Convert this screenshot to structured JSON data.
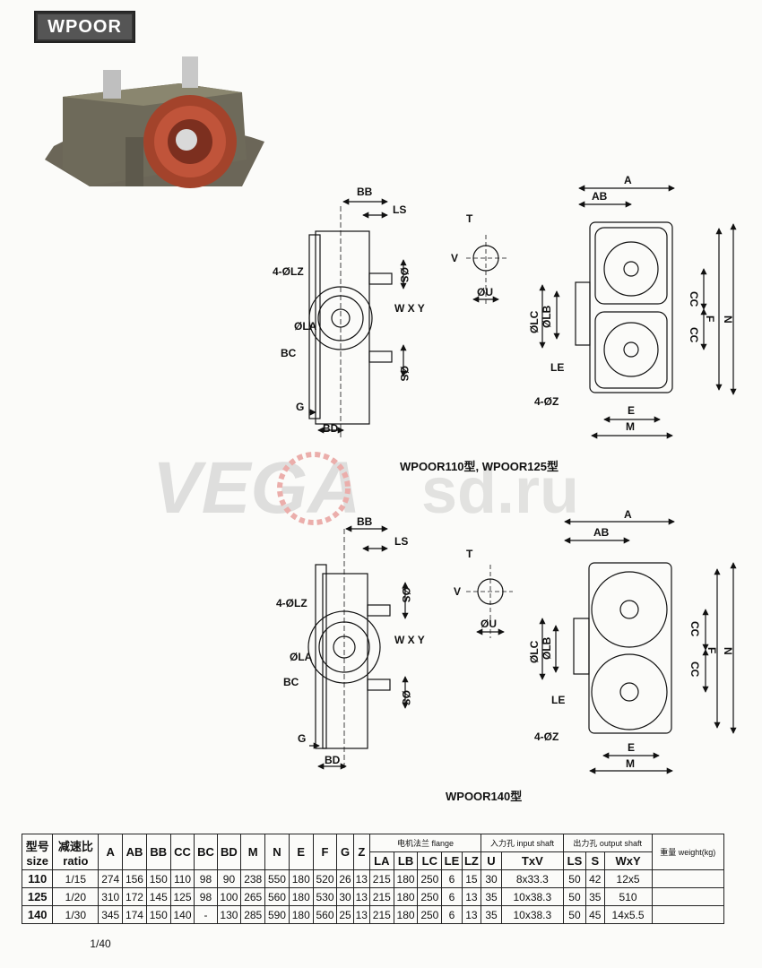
{
  "header": {
    "badge": "WPOOR"
  },
  "watermark": {
    "text_left": "VEGA",
    "text_right": "sd.ru"
  },
  "diagram_top": {
    "caption": "WPOOR110型, WPOOR125型",
    "labels": {
      "BB": "BB",
      "LS": "LS",
      "S1": "ØS",
      "LZ": "4-ØLZ",
      "WXY": "W X Y",
      "LA": "ØLA",
      "BC": "BC",
      "S2": "ØS",
      "G": "G",
      "BD": "BD",
      "T": "T",
      "V": "V",
      "U": "ØU",
      "A": "A",
      "AB": "AB",
      "CC1": "CC",
      "CC2": "CC",
      "F": "F",
      "N": "N",
      "LC": "ØLC",
      "LB": "ØLB",
      "LE": "LE",
      "Z": "4-ØZ",
      "E": "E",
      "M": "M"
    }
  },
  "diagram_bottom": {
    "caption": "WPOOR140型",
    "labels": {
      "BB": "BB",
      "LS": "LS",
      "S1": "ØS",
      "LZ": "4-ØLZ",
      "WXY": "W X Y",
      "LA": "ØLA",
      "BC": "BC",
      "S2": "ØS",
      "G": "G",
      "BD": "BD",
      "T": "T",
      "V": "V",
      "U": "ØU",
      "A": "A",
      "AB": "AB",
      "CC1": "CC",
      "CC2": "CC",
      "F": "F",
      "N": "N",
      "LC": "ØLC",
      "LB": "ØLB",
      "LE": "LE",
      "Z": "4-ØZ",
      "E": "E",
      "M": "M"
    }
  },
  "table": {
    "h_model": "型号",
    "h_size": "size",
    "h_ratio_cn": "减速比",
    "h_ratio": "ratio",
    "dims": [
      "A",
      "AB",
      "BB",
      "CC",
      "BC",
      "BD",
      "M",
      "N",
      "E",
      "F",
      "G",
      "Z"
    ],
    "flange_group": "电机法兰 flange",
    "flange_cols": [
      "LA",
      "LB",
      "LC",
      "LE",
      "LZ"
    ],
    "input_group": "入力孔 input shaft",
    "input_cols": [
      "U",
      "TxV"
    ],
    "output_group": "出力孔 output shaft",
    "output_cols": [
      "LS",
      "S",
      "WxY"
    ],
    "weight": "重量 weight(kg)",
    "rows": [
      {
        "size": "110",
        "ratio": "1/15",
        "vals": [
          "274",
          "156",
          "150",
          "110",
          "98",
          "90",
          "238",
          "550",
          "180",
          "520",
          "26",
          "13",
          "215",
          "180",
          "250",
          "6",
          "15",
          "30",
          "8x33.3",
          "50",
          "42",
          "12x5",
          ""
        ]
      },
      {
        "size": "125",
        "ratio": "1/20",
        "vals": [
          "310",
          "172",
          "145",
          "125",
          "98",
          "100",
          "265",
          "560",
          "180",
          "530",
          "30",
          "13",
          "215",
          "180",
          "250",
          "6",
          "13",
          "35",
          "10x38.3",
          "50",
          "35",
          "510",
          ""
        ]
      },
      {
        "size": "140",
        "ratio": "1/30",
        "vals": [
          "345",
          "174",
          "150",
          "140",
          "-",
          "130",
          "285",
          "590",
          "180",
          "560",
          "25",
          "13",
          "215",
          "180",
          "250",
          "6",
          "13",
          "35",
          "10x38.3",
          "50",
          "45",
          "14x5.5",
          ""
        ]
      }
    ],
    "extra_ratio": "1/40"
  }
}
